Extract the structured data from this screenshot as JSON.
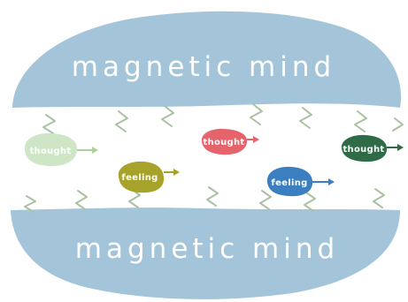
{
  "top_label": "magnetic mind",
  "bottom_label": "magnetic mind",
  "colors": {
    "magnet": "#9cc0d6",
    "zigzag": "#a9c2a2"
  },
  "bubbles": [
    {
      "label": "thought",
      "color": "#cfe6c6"
    },
    {
      "label": "feeling",
      "color": "#a6a22a"
    },
    {
      "label": "thought",
      "color": "#e5636b"
    },
    {
      "label": "feeling",
      "color": "#3b7fc0"
    },
    {
      "label": "thought",
      "color": "#2f6b47"
    }
  ]
}
